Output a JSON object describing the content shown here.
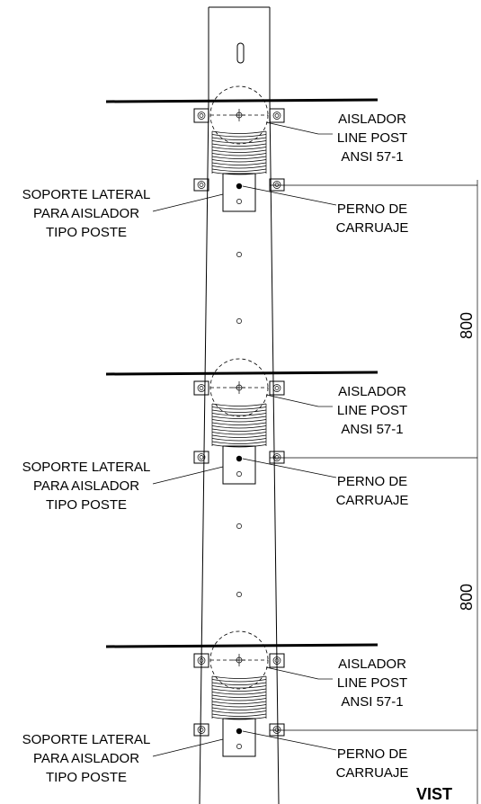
{
  "assemblies": [
    {
      "insulator_lines": [
        "AISLADOR",
        "LINE POST",
        "ANSI 57-1"
      ],
      "support_lines": [
        "SOPORTE LATERAL",
        "PARA AISLADOR",
        "TIPO POSTE"
      ],
      "bolt_lines": [
        "PERNO DE",
        "CARRUAJE"
      ]
    },
    {
      "insulator_lines": [
        "AISLADOR",
        "LINE POST",
        "ANSI 57-1"
      ],
      "support_lines": [
        "SOPORTE LATERAL",
        "PARA AISLADOR",
        "TIPO POSTE"
      ],
      "bolt_lines": [
        "PERNO DE",
        "CARRUAJE"
      ]
    },
    {
      "insulator_lines": [
        "AISLADOR",
        "LINE POST",
        "ANSI 57-1"
      ],
      "support_lines": [
        "SOPORTE LATERAL",
        "PARA AISLADOR",
        "TIPO POSTE"
      ],
      "bolt_lines": [
        "PERNO DE",
        "CARRUAJE"
      ]
    }
  ],
  "dimensions": [
    "800",
    "800"
  ],
  "view_title_partial": "VIST"
}
